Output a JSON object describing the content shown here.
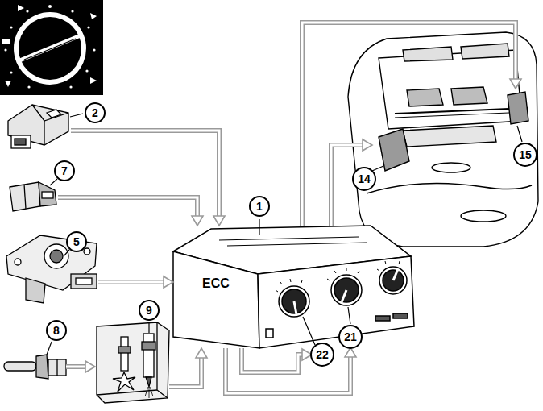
{
  "diagram": {
    "nodes": [
      {
        "text": [
          "2"
        ]
      },
      {
        "text": [
          "7"
        ]
      },
      {
        "text": [
          "5"
        ]
      },
      {
        "text": [
          "8"
        ]
      },
      {
        "text": [
          "9"
        ]
      },
      {
        "text": [
          "1",
          "ECC"
        ]
      },
      {
        "text": [
          "22"
        ],
        "in": 5
      },
      {
        "text": [
          "21"
        ],
        "in": 5
      },
      {
        "text": [
          "14"
        ]
      },
      {
        "text": [
          "15"
        ]
      }
    ],
    "edges": [
      {
        "from": 0,
        "to": 5,
        "arrow": "to"
      },
      {
        "from": 1,
        "to": 5,
        "arrow": "to"
      },
      {
        "from": 2,
        "to": 5,
        "arrow": "to"
      },
      {
        "from": 3,
        "to": 4,
        "arrow": "to"
      },
      {
        "from": 4,
        "to": 5,
        "arrow": "to"
      },
      {
        "from": 5,
        "to": 9,
        "arrow": "to"
      },
      {
        "from": 5,
        "to": 8,
        "arrow": "to"
      },
      {
        "from": 5,
        "to": 6,
        "arrow": "to"
      },
      {
        "from": 5,
        "to": 7,
        "arrow": "to"
      }
    ]
  }
}
